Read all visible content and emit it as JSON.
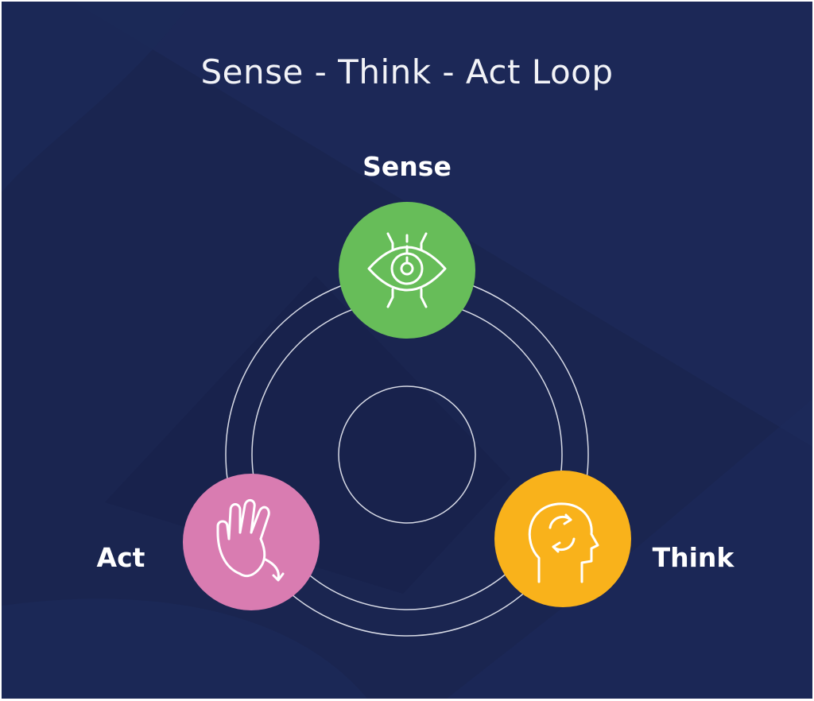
{
  "title": "Sense - Think - Act Loop",
  "nodes": [
    {
      "label": "Sense",
      "color": "#67bd59",
      "icon": "eye-scan-icon"
    },
    {
      "label": "Think",
      "color": "#f9b21b",
      "icon": "head-cycle-icon"
    },
    {
      "label": "Act",
      "color": "#d97cb1",
      "icon": "hand-wave-icon"
    }
  ],
  "colors": {
    "background": "#1a2550",
    "background_shape": "#1d2b5a",
    "ring": "#d8dbe6",
    "text": "#ffffff"
  }
}
